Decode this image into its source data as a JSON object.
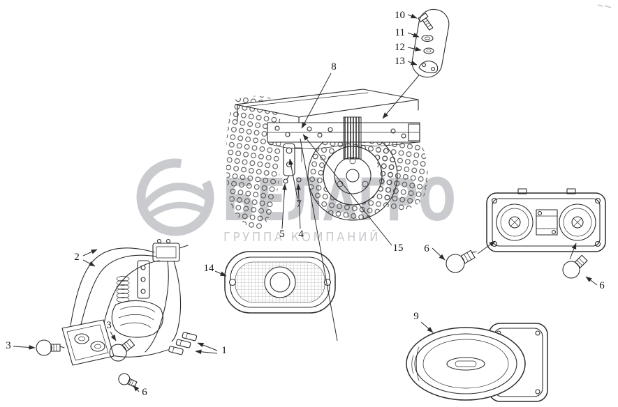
{
  "colors": {
    "background": "#ffffff",
    "line": "#2b2b2b",
    "watermark": "#c9cbce"
  },
  "watermark": {
    "brand": "БЕЛАГРО",
    "subtitle": "ГРУППА КОМПАНИЙ"
  },
  "callouts": {
    "n1": "1",
    "n2": "2",
    "n3_left": "3",
    "n3_mid": "3",
    "n4": "4",
    "n5": "5",
    "n6_mid": "6",
    "n6_bottom": "6",
    "n6_right": "6",
    "n7": "7",
    "n8": "8",
    "n9": "9",
    "n10": "10",
    "n11": "11",
    "n12": "12",
    "n13": "13",
    "n14": "14",
    "n15": "15"
  }
}
